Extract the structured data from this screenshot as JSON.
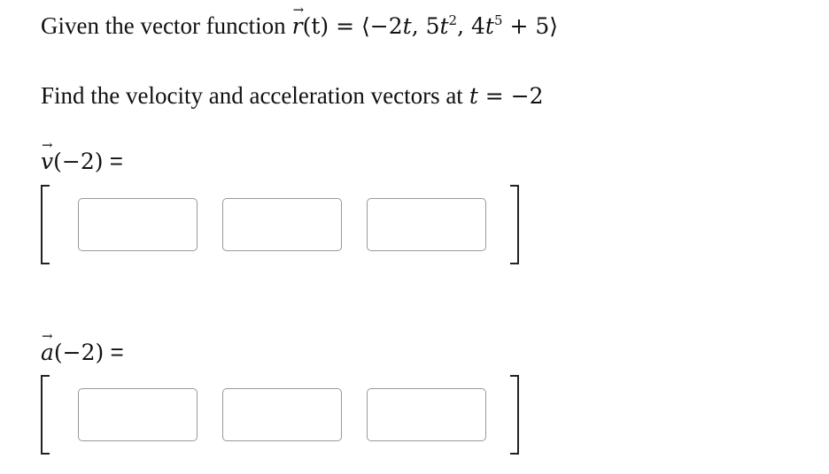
{
  "question": {
    "prefix": "Given the vector function",
    "func_name": "r",
    "func_arg": "(t) = ⟨−2",
    "c1_var": "t",
    "c2_coef": ", 5",
    "c2_var": "t",
    "c2_exp": "2",
    "c3_coef": ", 4",
    "c3_var": "t",
    "c3_exp": "5",
    "c3_rest": " + 5⟩"
  },
  "task": {
    "text": "Find the velocity and acceleration vectors at",
    "var": "t",
    "value": " = −2"
  },
  "velocity": {
    "symbol": "v",
    "arg": "(−2)",
    "equals": " =",
    "inputs": [
      "",
      "",
      ""
    ]
  },
  "acceleration": {
    "symbol": "a",
    "arg": "(−2)",
    "equals": " =",
    "inputs": [
      "",
      "",
      ""
    ]
  }
}
